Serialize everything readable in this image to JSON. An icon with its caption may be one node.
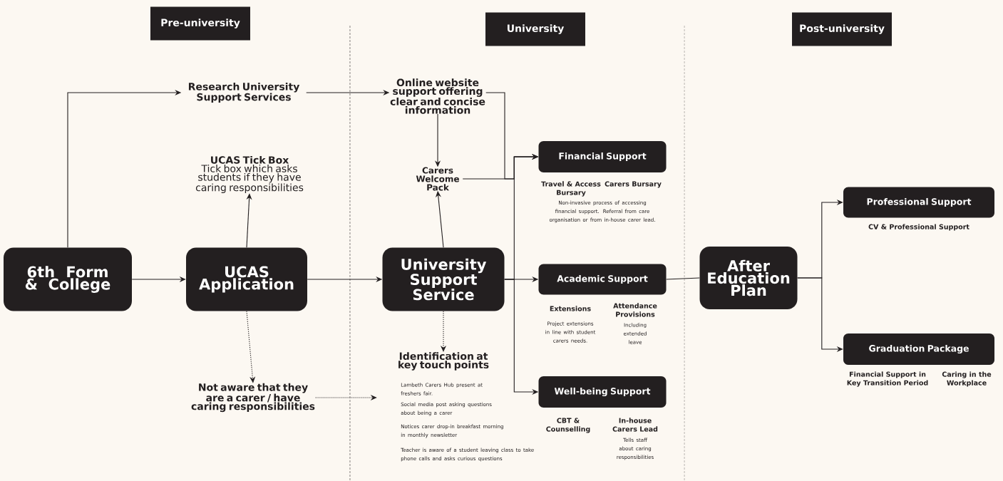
{
  "diagram": {
    "nodes": [
      {
        "text": [
          "Pre-university"
        ]
      },
      {
        "text": [
          "University"
        ]
      },
      {
        "text": [
          "Post-university"
        ]
      },
      {
        "text": [
          "6th Form & College"
        ]
      },
      {
        "text": [
          "Research University Support Services"
        ]
      },
      {
        "text": [
          "UCAS Tick Box",
          "Tick box which asks students if they have caring responsibilities"
        ]
      },
      {
        "text": [
          "UCAS Application"
        ]
      },
      {
        "text": [
          "Not aware that they are a carer / have caring responsibilities"
        ]
      },
      {
        "text": [
          "Online website support offering clear and concise information"
        ]
      },
      {
        "text": [
          "Carers Welcome Pack"
        ]
      },
      {
        "text": [
          "University Support Service"
        ]
      },
      {
        "text": [
          "Identification at key touch points"
        ],
        "beside": [
          "Lambeth Carers Hub present at freshers fair.",
          "Social media post asking questions about being a carer",
          "Notices carer drop-in breakfast morning in monthly newsletter",
          "Teacher is aware of a student leaving class to take phone calls and asks curious questions"
        ]
      },
      {
        "text": [
          "Financial Support"
        ],
        "beside": [
          "Travel & Access Bursary",
          "Carers Bursary",
          "Non-invasive process of accessing financial support. Referral from care organisation or from in-house carer lead."
        ]
      },
      {
        "text": [
          "Academic Support"
        ],
        "beside": [
          "Extensions",
          "Attendance Provisions",
          "Project extensions in line with student carers needs.",
          "Including extended leave"
        ]
      },
      {
        "text": [
          "Well-being Support"
        ],
        "beside": [
          "CBT & Counselling",
          "In-house Carers Lead",
          "Tells staff about caring responsibilities"
        ]
      },
      {
        "text": [
          "After Education Plan"
        ]
      },
      {
        "text": [
          "Professional Support"
        ],
        "beside": [
          "CV & Professional Support"
        ]
      },
      {
        "text": [
          "Graduation Package"
        ],
        "beside": [
          "Financial Support in Key Transition Period",
          "Caring in the Workplace"
        ]
      }
    ],
    "edges": [
      {
        "from": 3,
        "to": 4,
        "arrow": "to"
      },
      {
        "from": 3,
        "to": 6,
        "arrow": "to"
      },
      {
        "from": 6,
        "to": 5,
        "arrow": "to"
      },
      {
        "from": 6,
        "to": 7,
        "arrow": "to",
        "style": "dashed"
      },
      {
        "from": 4,
        "to": 8,
        "arrow": "to"
      },
      {
        "from": 8,
        "to": 9,
        "arrow": "to"
      },
      {
        "from": 10,
        "to": 9,
        "arrow": "to"
      },
      {
        "from": 6,
        "to": 10,
        "arrow": "to"
      },
      {
        "from": 10,
        "to": 11,
        "arrow": "to",
        "style": "dashed"
      },
      {
        "from": 7,
        "to": 11,
        "arrow": "to",
        "style": "dashed"
      },
      {
        "from": 8,
        "to": 12,
        "arrow": "to"
      },
      {
        "from": 9,
        "to": 12,
        "arrow": "to"
      },
      {
        "from": 10,
        "to": 12,
        "arrow": "to"
      },
      {
        "from": 10,
        "to": 13,
        "arrow": "to"
      },
      {
        "from": 10,
        "to": 14,
        "arrow": "to"
      },
      {
        "from": 13,
        "to": 15,
        "arrow": "none"
      },
      {
        "from": 15,
        "to": 16,
        "arrow": "to"
      },
      {
        "from": 15,
        "to": 17,
        "arrow": "to"
      }
    ]
  }
}
